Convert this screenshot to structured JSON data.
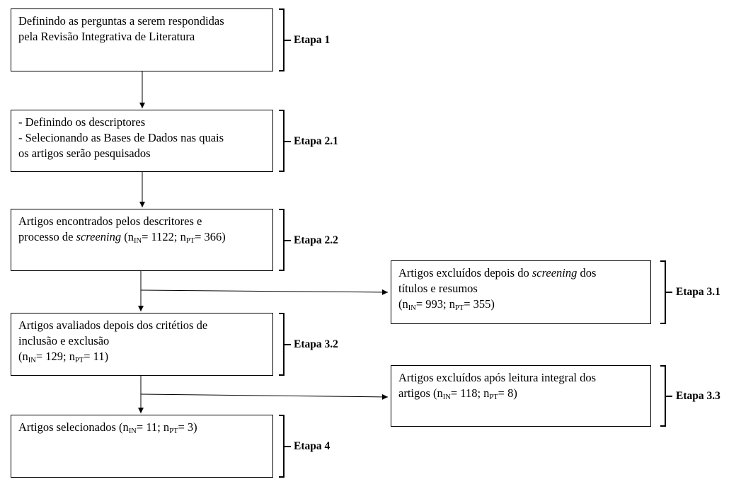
{
  "boxes": {
    "q": {
      "l1": "Definindo as perguntas a serem respondidas",
      "l2": "pela Revisão Integrativa de Literatura"
    },
    "desc": {
      "l1": "- Definindo os descriptores",
      "l2": "- Selecionando as Bases de Dados nas quais",
      "l3": "os artigos serão pesquisados"
    },
    "found": {
      "l1": "Artigos encontrados pelos descritores e",
      "l2a": "processo de ",
      "l2b": "screening",
      "l2c": " (n",
      "in_sub": "IN",
      "l2d": "= 1122; n",
      "pt_sub": "PT",
      "l2e": "= 366)"
    },
    "eval": {
      "l1": "Artigos avaliados depois dos critétios de",
      "l2": "inclusão e exclusão",
      "l3a": "(n",
      "in_sub": "IN",
      "l3b": "= 129; n",
      "pt_sub": "PT",
      "l3c": "= 11)"
    },
    "sel": {
      "a": "Artigos selecionados (n",
      "in_sub": "IN",
      "b": "= 11; n",
      "pt_sub": "PT",
      "c": "= 3)"
    },
    "exc1": {
      "l1a": "Artigos excluídos depois do ",
      "l1b": "screening",
      "l1c": " dos",
      "l2": "títulos e resumos",
      "l3a": "(n",
      "in_sub": "IN",
      "l3b": "= 993; n",
      "pt_sub": "PT",
      "l3c": "= 355)"
    },
    "exc2": {
      "l1": "Artigos excluídos após leitura integral dos",
      "l2a": "artigos (n",
      "in_sub": "IN",
      "l2b": "= 118; n",
      "pt_sub": "PT",
      "l2c": "= 8)"
    }
  },
  "stages": {
    "s1": "Etapa 1",
    "s21": "Etapa 2.1",
    "s22": "Etapa 2.2",
    "s32": "Etapa 3.2",
    "s4": "Etapa 4",
    "s31": "Etapa 3.1",
    "s33": "Etapa 3.3"
  }
}
